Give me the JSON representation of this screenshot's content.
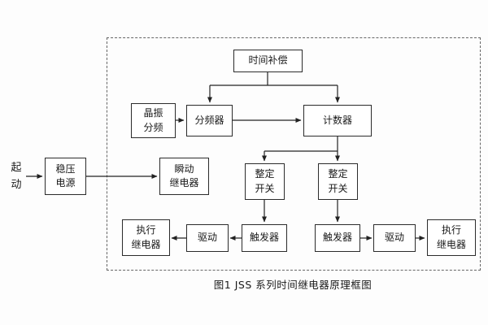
{
  "diagram": {
    "caption": "图1  JSS  系列时间继电器原理框图",
    "start_label": {
      "line1": "起",
      "line2": "动"
    },
    "blocks": {
      "time_compensation": "时间补偿",
      "crystal": {
        "line1": "晶振",
        "line2": "分频"
      },
      "divider": "分频器",
      "counter": "计数器",
      "power": {
        "line1": "稳压",
        "line2": "电源"
      },
      "instant_relay": {
        "line1": "瞬动",
        "line2": "继电器"
      },
      "setting_switch": {
        "line1": "整定",
        "line2": "开关"
      },
      "trigger": "触发器",
      "drive": "驱动",
      "exec_relay": {
        "line1": "执行",
        "line2": "继电器"
      }
    }
  }
}
